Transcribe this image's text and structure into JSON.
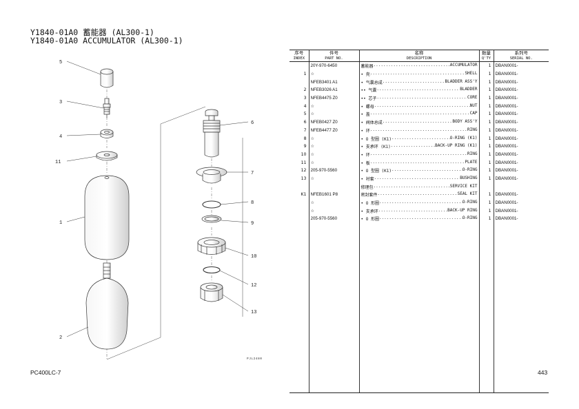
{
  "header": {
    "title_cn": "Y1840-01A0 蓄能器 (AL300-1)",
    "title_en": "Y1840-01A0 ACCUMULATOR (AL300-1)"
  },
  "diagram": {
    "callouts": [
      "5",
      "3",
      "4",
      "11",
      "1",
      "2",
      "6",
      "7",
      "8",
      "9",
      "10",
      "12",
      "13"
    ],
    "code": "PJL2480"
  },
  "table": {
    "headers": {
      "index_cn": "序号",
      "index_en": "INDEX",
      "part_cn": "件号",
      "part_en": "PART NO.",
      "desc_cn": "名称",
      "desc_en": "DESCRIPTION",
      "qty_cn": "数量",
      "qty_en": "Q'TY",
      "serial_cn": "系列号",
      "serial_en": "SERIAL NO."
    },
    "rows": [
      {
        "index": "",
        "part": "20Y-970-6450",
        "desc_cn": "蓄能器",
        "desc_en": "ACCUMULATOR",
        "qty": "1",
        "serial": "DBAN0001-"
      },
      {
        "index": "1",
        "part": "☆",
        "desc_cn": "• 壳",
        "desc_en": "SHELL",
        "qty": "1",
        "serial": "DBAN0001-"
      },
      {
        "index": "",
        "part": "NFEB3401 A1",
        "desc_cn": "• 气囊总成",
        "desc_en": "BLADDER ASS'Y",
        "qty": "1",
        "serial": "DBAN0001-"
      },
      {
        "index": "2",
        "part": "NFEB3026 A1",
        "desc_cn": "•• 气囊",
        "desc_en": "BLADDER",
        "qty": "1",
        "serial": "DBAN0001-"
      },
      {
        "index": "3",
        "part": "NFEB4475 Z0",
        "desc_cn": "•• 芯子",
        "desc_en": "CORE",
        "qty": "1",
        "serial": "DBAN0001-"
      },
      {
        "index": "4",
        "part": "☆",
        "desc_cn": "• 螺母",
        "desc_en": "NUT",
        "qty": "1",
        "serial": "DBAN0001-"
      },
      {
        "index": "5",
        "part": "☆",
        "desc_cn": "• 盖",
        "desc_en": "CAP",
        "qty": "1",
        "serial": "DBAN0001-"
      },
      {
        "index": "6",
        "part": "NFEB0427 Z0",
        "desc_cn": "• 阀体总成",
        "desc_en": "BODY ASS'Y",
        "qty": "1",
        "serial": "DBAN0001-"
      },
      {
        "index": "7",
        "part": "NFEB4477 Z0",
        "desc_cn": "• 环",
        "desc_en": "RING",
        "qty": "1",
        "serial": "DBAN0001-"
      },
      {
        "index": "8",
        "part": "☆",
        "desc_cn": "• O 型圈 (K1)",
        "desc_en": "O-RING (K1)",
        "qty": "1",
        "serial": "DBAN0001-"
      },
      {
        "index": "9",
        "part": "☆",
        "desc_cn": "• 支承环 (K1)",
        "desc_en": "BACK-UP RING (K1)",
        "qty": "1",
        "serial": "DBAN0001-"
      },
      {
        "index": "10",
        "part": "☆",
        "desc_cn": "• 环",
        "desc_en": "RING",
        "qty": "1",
        "serial": "DBAN0001-"
      },
      {
        "index": "11",
        "part": "☆",
        "desc_cn": "• 板",
        "desc_en": "PLATE",
        "qty": "1",
        "serial": "DBAN0001-"
      },
      {
        "index": "12",
        "part": "205-970-5560",
        "desc_cn": "• O 型圈 (K1)",
        "desc_en": "O-RING",
        "qty": "1",
        "serial": "DBAN0001-"
      },
      {
        "index": "13",
        "part": "☆",
        "desc_cn": "• 衬套",
        "desc_en": "BUSHING",
        "qty": "1",
        "serial": "DBAN0001-"
      },
      {
        "index": "",
        "part": "",
        "desc_cn": "修理包",
        "desc_en": "SERVICE KIT",
        "qty": "",
        "serial": ""
      },
      {
        "index": "K1",
        "part": "NFEB1601 P8",
        "desc_cn": "密封套件",
        "desc_en": "SEAL KIT",
        "qty": "1",
        "serial": "DBAN0001-"
      },
      {
        "index": "",
        "part": "☆",
        "desc_cn": "• O 形圈",
        "desc_en": "O-RING",
        "qty": "1",
        "serial": "DBAN0001-"
      },
      {
        "index": "",
        "part": "☆",
        "desc_cn": "• 支承环",
        "desc_en": "BACK-UP RING",
        "qty": "1",
        "serial": "DBAN0001-"
      },
      {
        "index": "",
        "part": "205-970-5560",
        "desc_cn": "• O 形圈",
        "desc_en": "O-RING",
        "qty": "1",
        "serial": "DBAN0001-"
      }
    ]
  },
  "footer": {
    "model": "PC400LC-7",
    "page": "443"
  }
}
